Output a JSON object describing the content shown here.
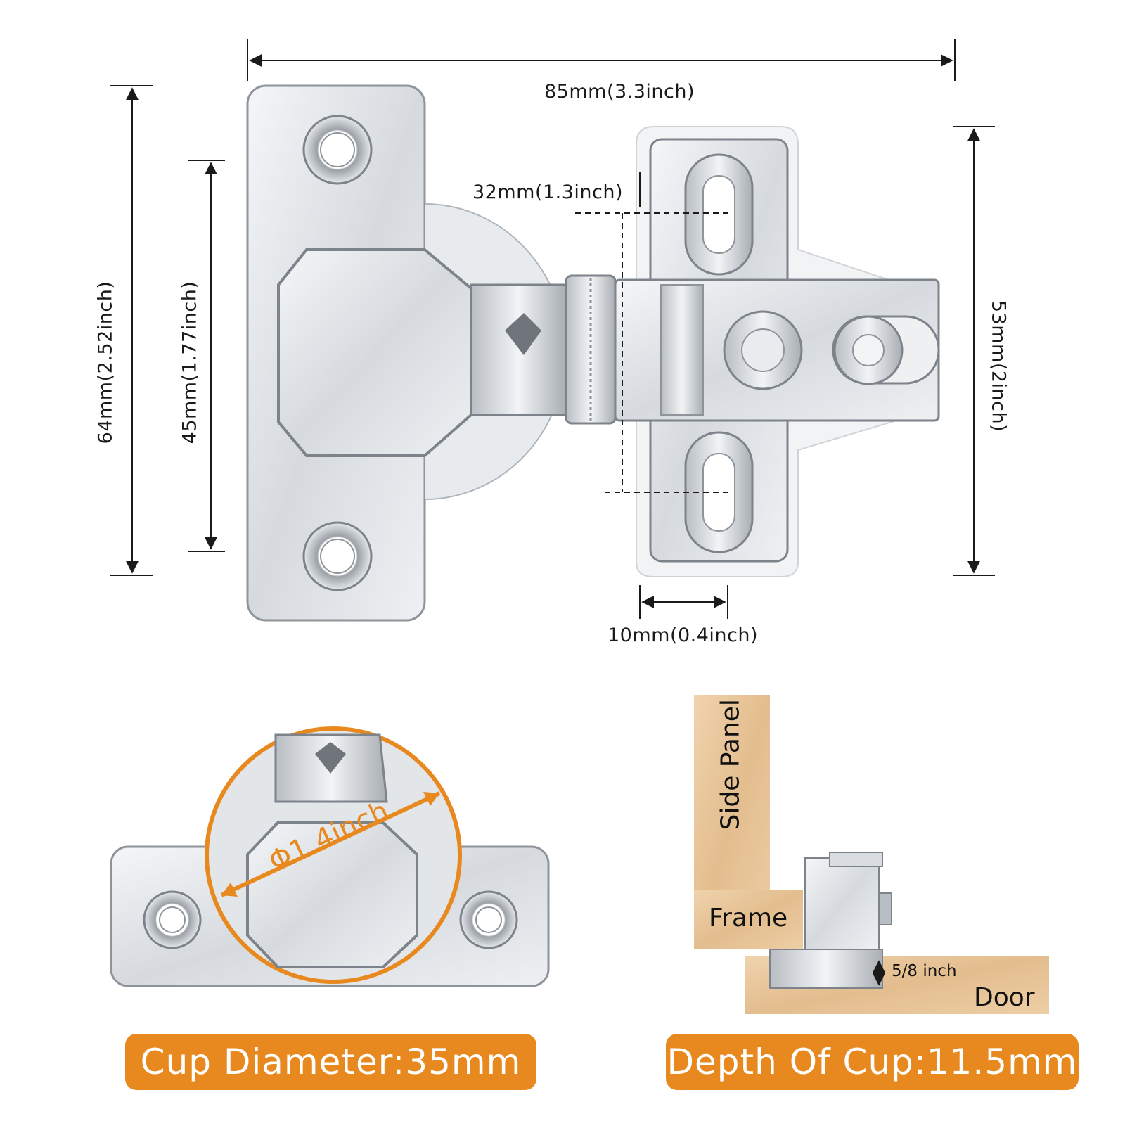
{
  "dimensions": {
    "width_total": "85mm(3.3inch)",
    "height_plate": "64mm(2.52inch)",
    "hole_spacing": "45mm(1.77inch)",
    "mount_spacing": "32mm(1.3inch)",
    "base_height": "53mm(2inch)",
    "offset": "10mm(0.4inch)"
  },
  "cup": {
    "diameter_note": "Φ1.4inch",
    "badge": "Cup Diameter:35mm"
  },
  "install": {
    "side_panel": "Side Panel",
    "frame": "Frame",
    "door": "Door",
    "overlay": "5/8 inch",
    "badge": "Depth Of Cup:11.5mm"
  },
  "colors": {
    "accent": "#e8891f",
    "wood": "#e6c49a",
    "metal": "#d9dde2"
  }
}
